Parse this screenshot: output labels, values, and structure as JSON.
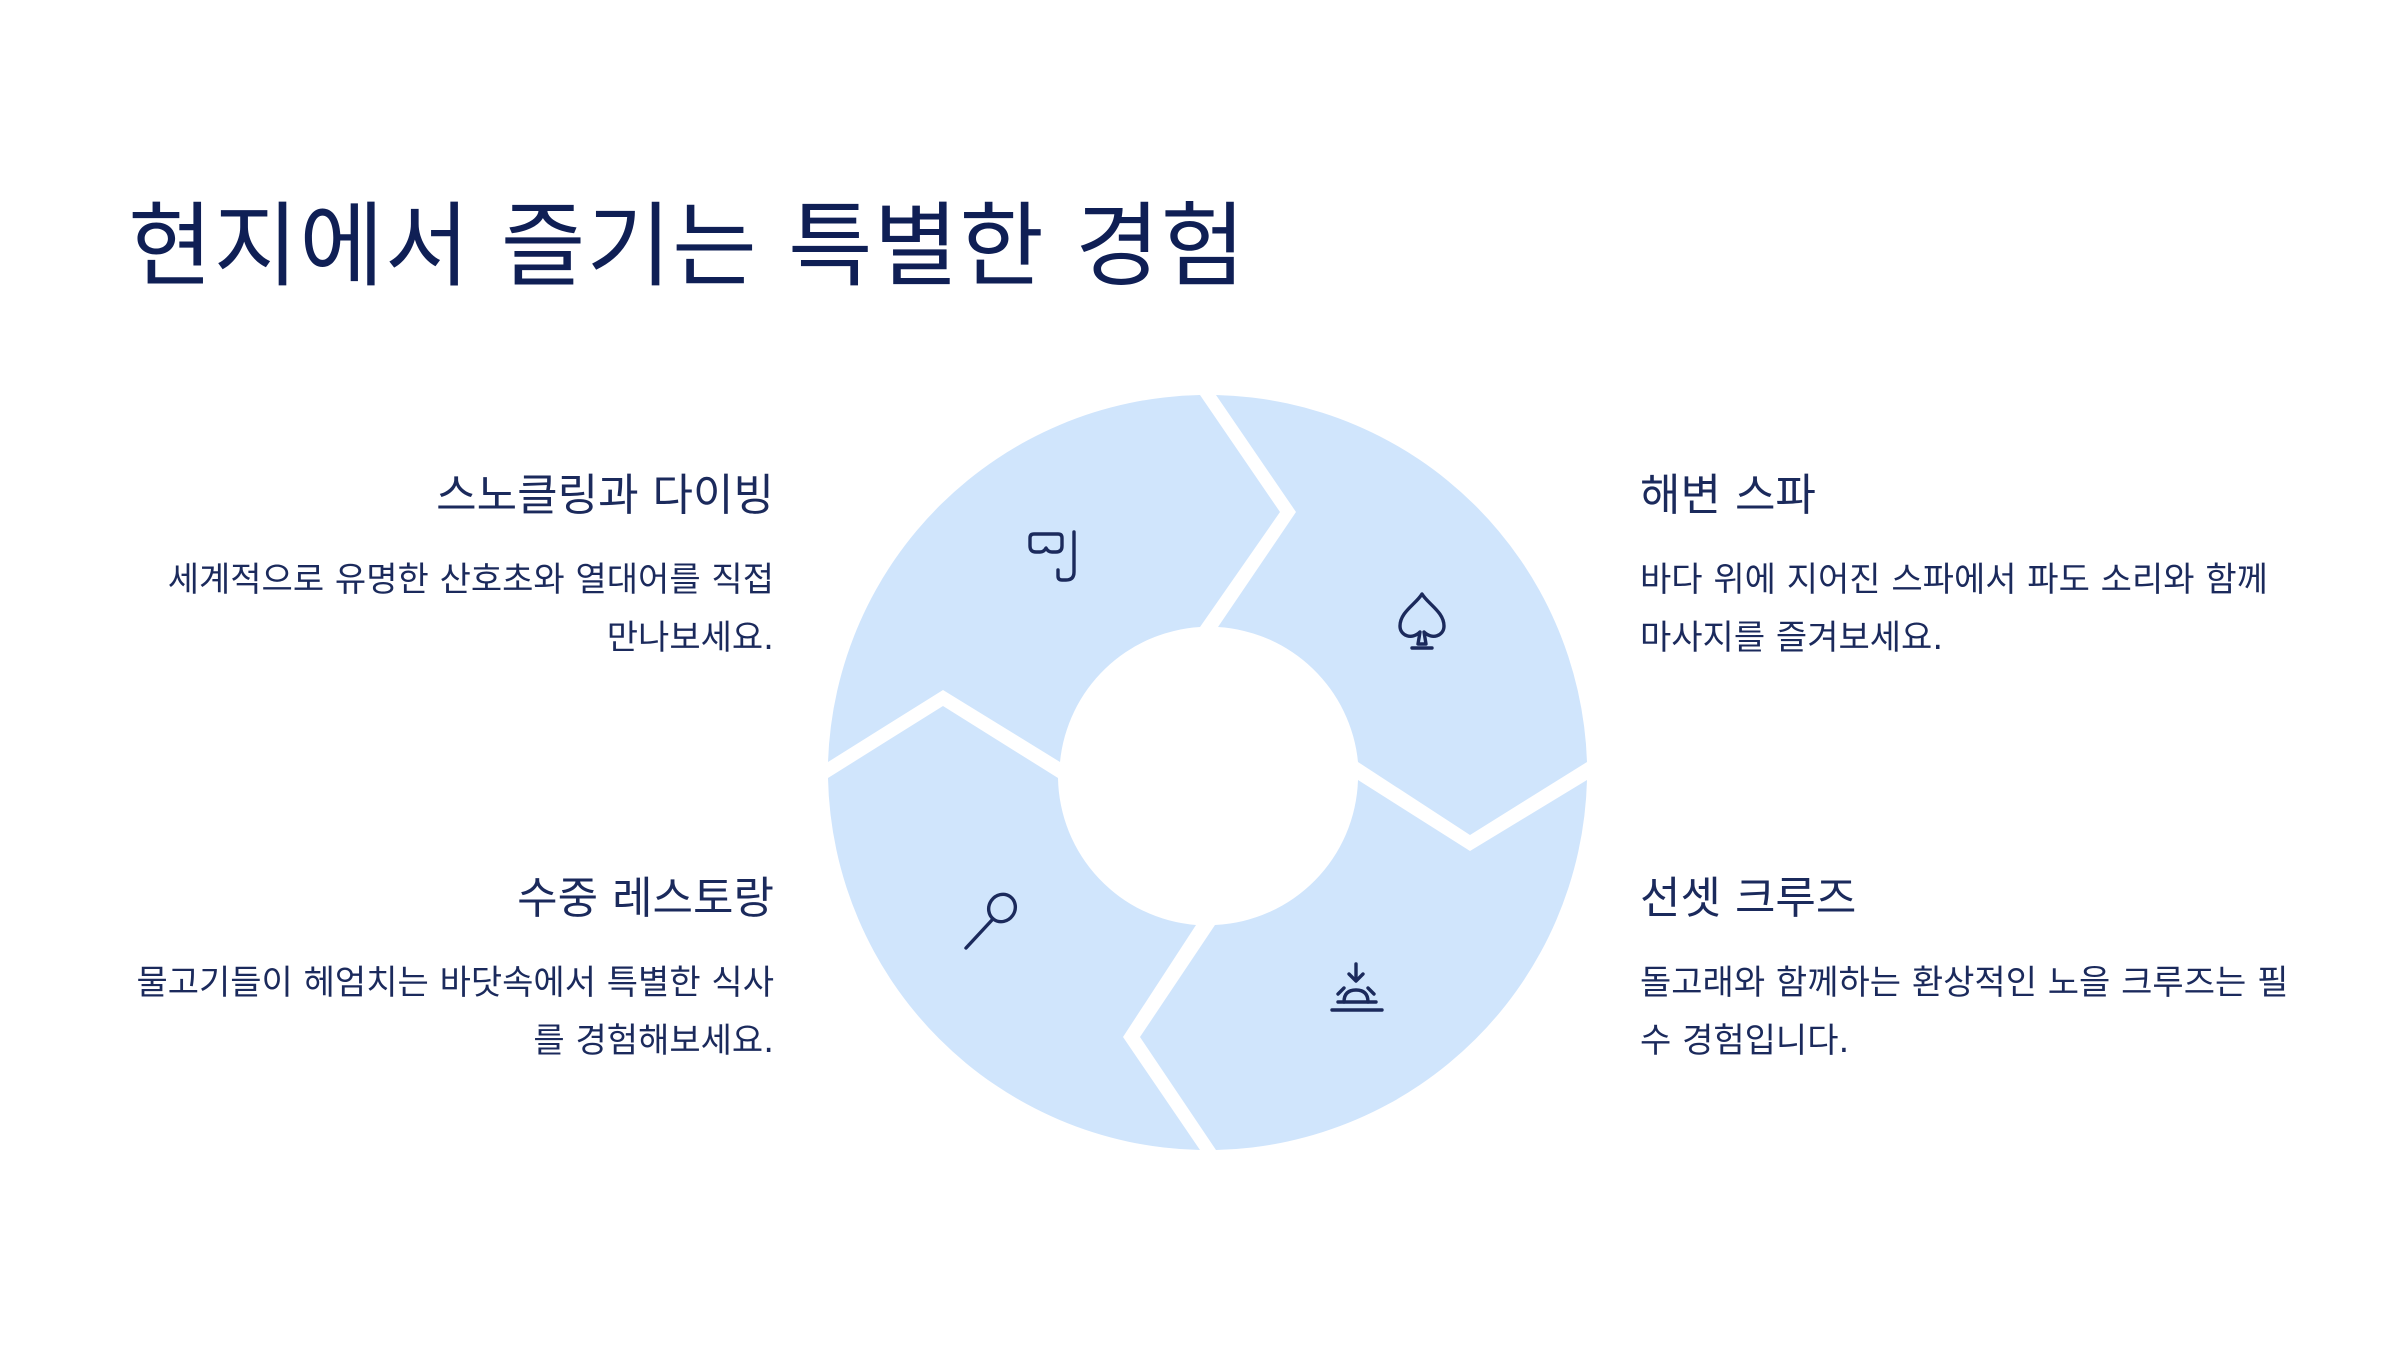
{
  "page": {
    "title": "현지에서 즐기는 특별한 경험"
  },
  "colors": {
    "segment_fill": "#d0e5fc",
    "text_dark": "#1b2a5c",
    "background": "#ffffff"
  },
  "features": {
    "snorkel": {
      "title": "스노클링과 다이빙",
      "description": "세계적으로 유명한 산호초와 열대어를 직접 만나보세요.",
      "icon": "snorkel-mask-icon"
    },
    "spa": {
      "title": "해변 스파",
      "description": "바다 위에 지어진 스파에서 파도 소리와 함께 마사지를 즐겨보세요.",
      "icon": "spade-icon"
    },
    "restaurant": {
      "title": "수중 레스토랑",
      "description": "물고기들이 헤엄치는 바닷속에서 특별한 식사를 경험해보세요.",
      "icon": "spoon-icon"
    },
    "cruise": {
      "title": "선셋 크루즈",
      "description": "돌고래와 함께하는 환상적인 노을 크루즈는 필수 경험입니다.",
      "icon": "sunset-icon"
    }
  }
}
